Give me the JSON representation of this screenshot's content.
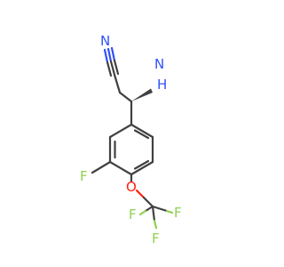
{
  "molecule": {
    "atoms": {
      "nitrile_n": "N",
      "amino_n": "N",
      "amino_h": "H",
      "ring_fluorine": "F",
      "ether_oxygen": "O",
      "cf3_f_left": "F",
      "cf3_f_right": "F",
      "cf3_f_bottom": "F"
    },
    "colors": {
      "bond": "#404040",
      "nitrogen": "#3050f8",
      "oxygen": "#ff2010",
      "fluorine": "#90d050"
    }
  }
}
